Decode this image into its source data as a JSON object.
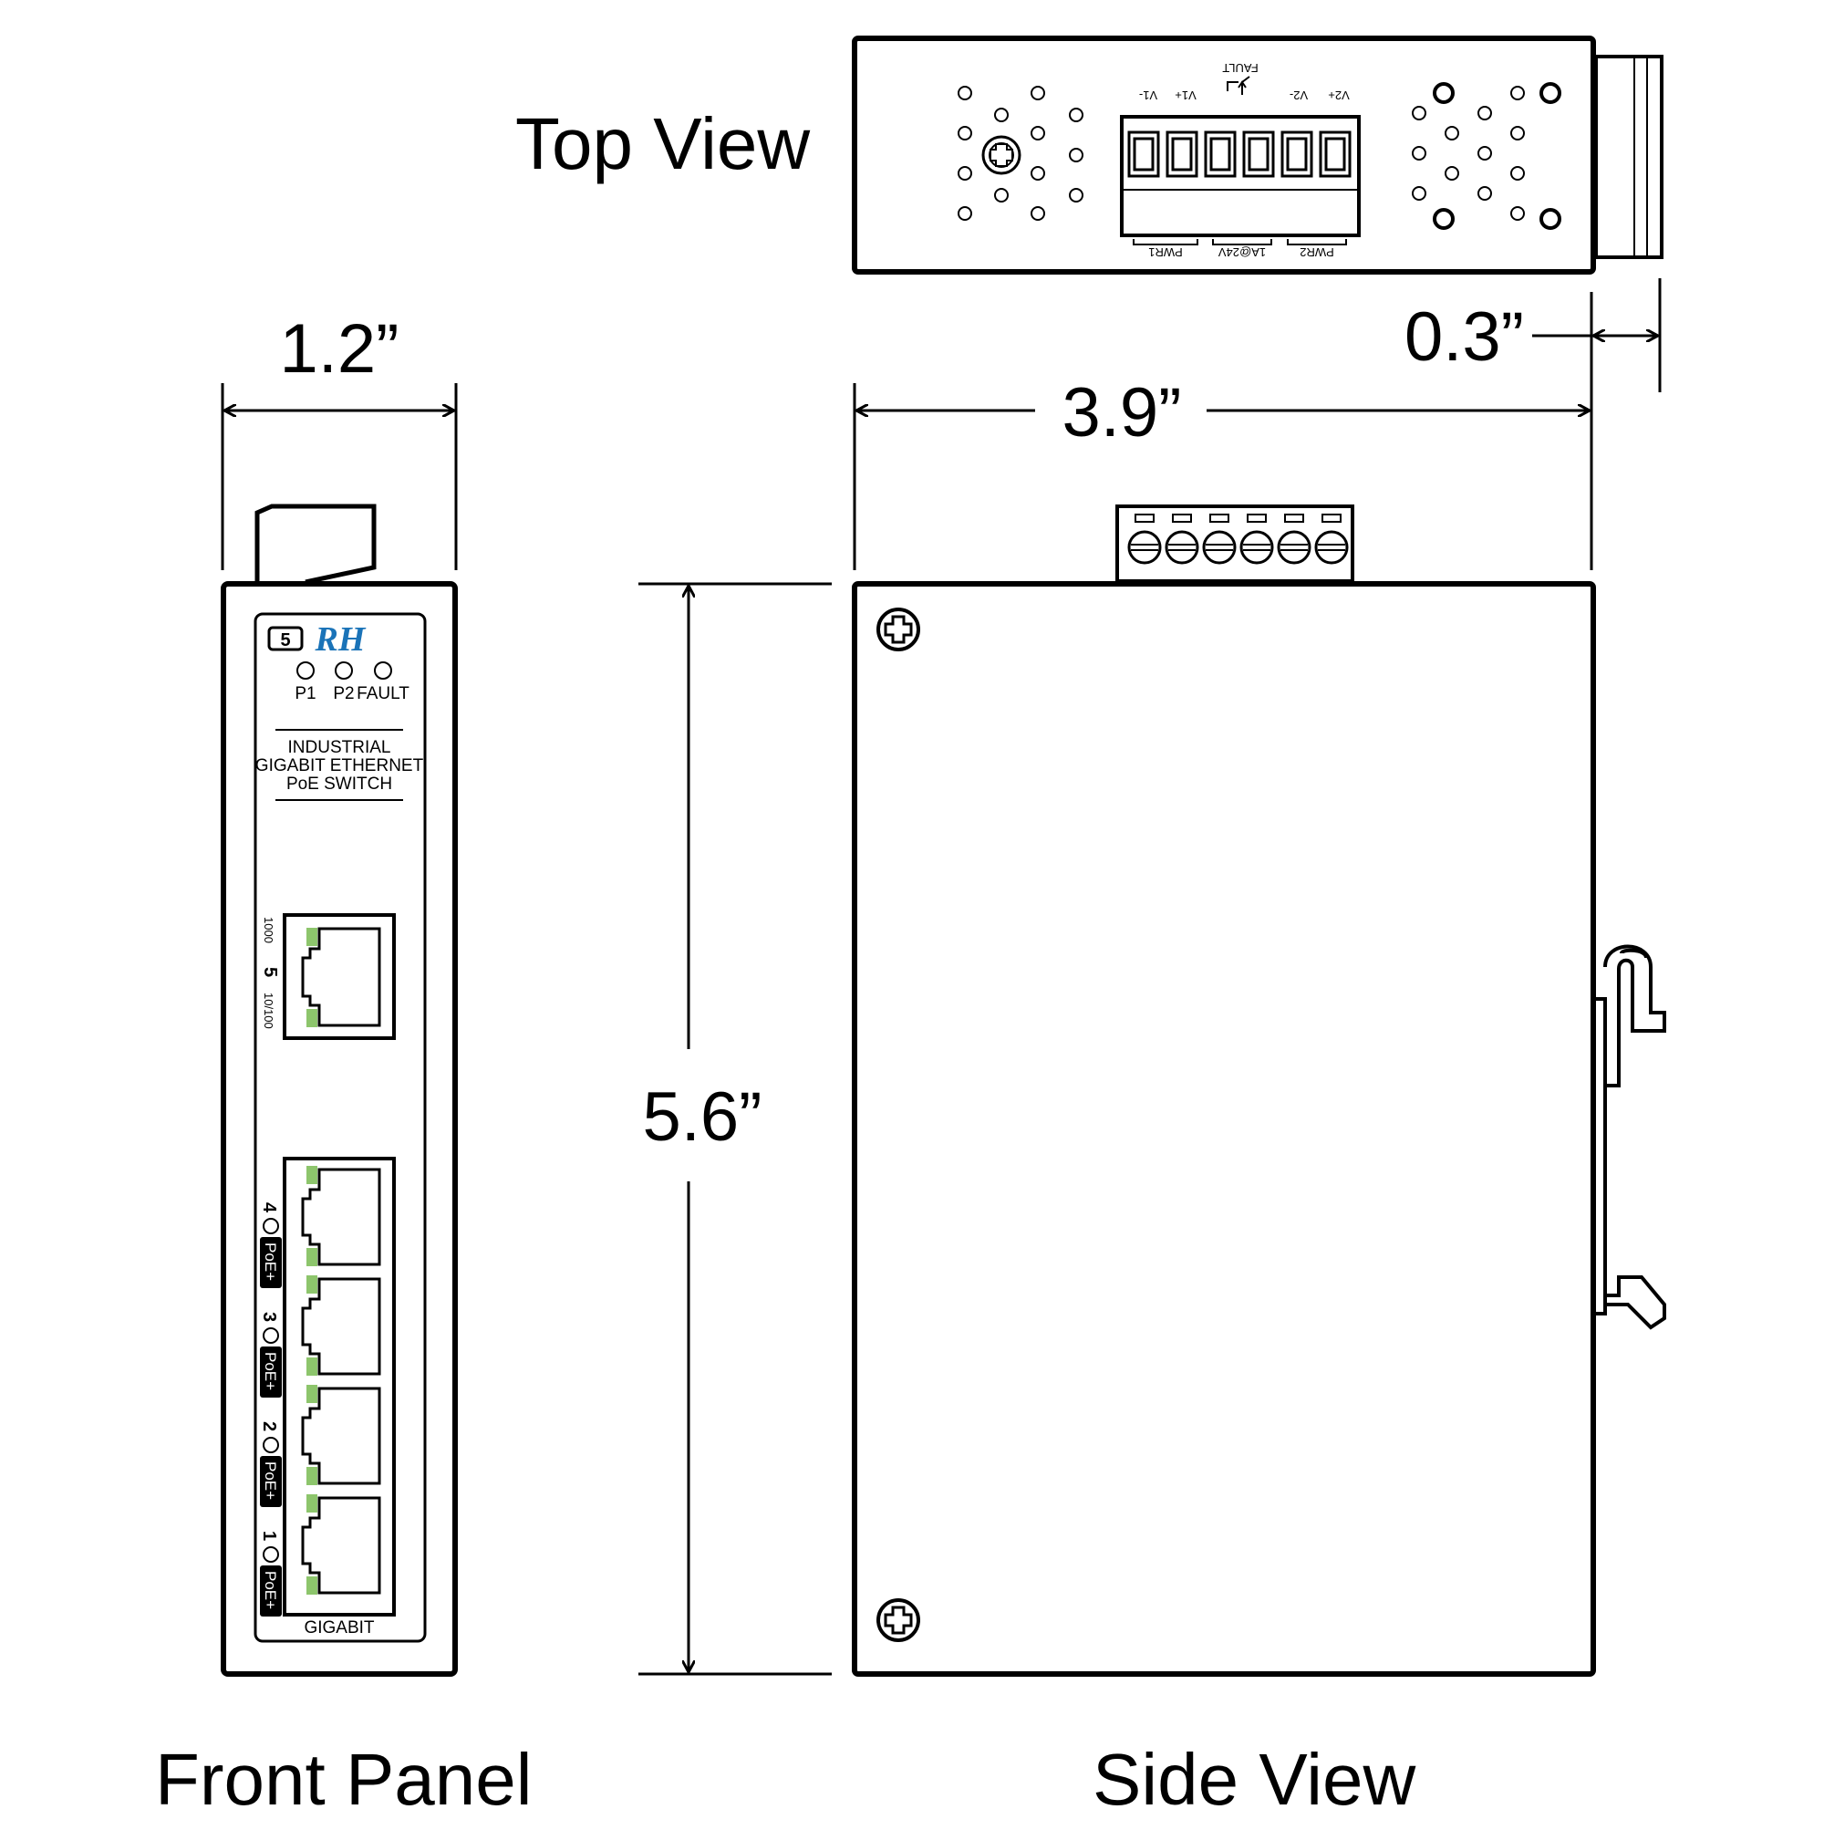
{
  "views": {
    "top_view_label": "Top View",
    "front_panel_label": "Front Panel",
    "side_view_label": "Side View"
  },
  "dimensions": {
    "width": "1.2”",
    "depth": "3.9”",
    "din_clip": "0.3”",
    "height": "5.6”"
  },
  "front_panel": {
    "model_badge": "5",
    "logo": "RH",
    "leds": [
      "P1",
      "P2",
      "FAULT"
    ],
    "product_lines": [
      "INDUSTRIAL",
      "GIGABIT ETHERNET",
      "PoE SWITCH"
    ],
    "uplink_port": {
      "number": "5",
      "speed_high": "1000",
      "speed_low": "10/100"
    },
    "poe_ports": [
      {
        "number": "4",
        "badge": "PoE+"
      },
      {
        "number": "3",
        "badge": "PoE+"
      },
      {
        "number": "2",
        "badge": "PoE+"
      },
      {
        "number": "1",
        "badge": "PoE+"
      }
    ],
    "port_group_label": "GIGABIT"
  },
  "terminal_block": {
    "pins": [
      "V1-",
      "V1+",
      "FAULT",
      "V2-",
      "V2+"
    ],
    "fault_label": "FAULT",
    "groups": [
      "PWR1",
      "1A@24V",
      "PWR2"
    ]
  },
  "colors": {
    "outline": "#000000",
    "port_led": "#8dc56c",
    "logo": "#1a73b8"
  }
}
